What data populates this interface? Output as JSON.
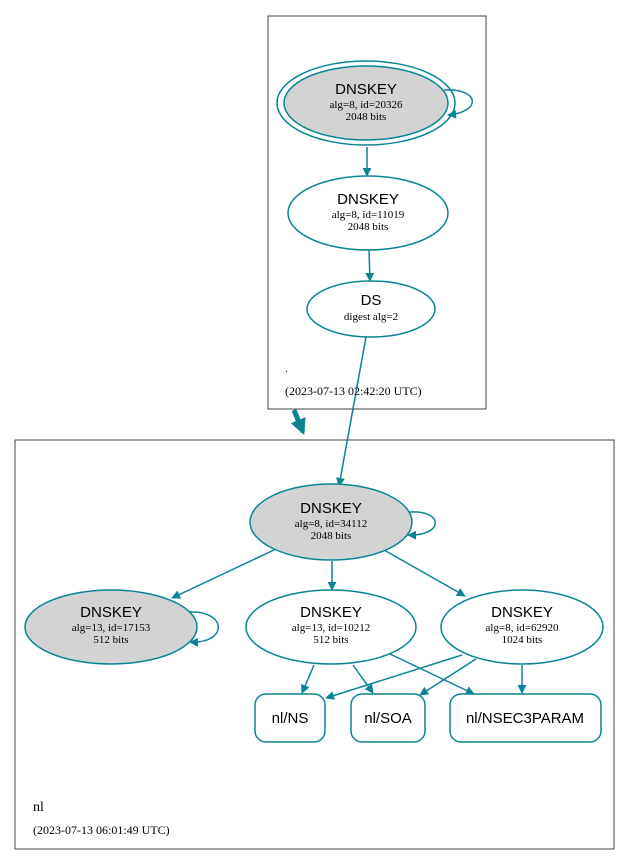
{
  "colors": {
    "edge": "#0a8494",
    "ksk_fill": "#d3d3d3",
    "node_fill": "#ffffff",
    "zone_border": "#444444"
  },
  "zones": {
    "root": {
      "name": ".",
      "timestamp": "(2023-07-13 02:42:20 UTC)"
    },
    "nl": {
      "name": "nl",
      "timestamp": "(2023-07-13 06:01:49 UTC)"
    }
  },
  "nodes": {
    "root_ksk": {
      "title": "DNSKEY",
      "line1": "alg=8, id=20326",
      "line2": "2048 bits",
      "kind": "ksk"
    },
    "root_zsk": {
      "title": "DNSKEY",
      "line1": "alg=8, id=11019",
      "line2": "2048 bits",
      "kind": "key"
    },
    "root_ds": {
      "title": "DS",
      "line1": "digest alg=2",
      "kind": "ds"
    },
    "nl_ksk": {
      "title": "DNSKEY",
      "line1": "alg=8, id=34112",
      "line2": "2048 bits",
      "kind": "ksk"
    },
    "nl_key_17153": {
      "title": "DNSKEY",
      "line1": "alg=13, id=17153",
      "line2": "512 bits",
      "kind": "ksk"
    },
    "nl_key_10212": {
      "title": "DNSKEY",
      "line1": "alg=13, id=10212",
      "line2": "512 bits",
      "kind": "key"
    },
    "nl_key_62920": {
      "title": "DNSKEY",
      "line1": "alg=8, id=62920",
      "line2": "1024 bits",
      "kind": "key"
    },
    "nl_ns": {
      "title": "nl/NS",
      "kind": "rrset"
    },
    "nl_soa": {
      "title": "nl/SOA",
      "kind": "rrset"
    },
    "nl_nsec3param": {
      "title": "nl/NSEC3PARAM",
      "kind": "rrset"
    }
  },
  "edges": [
    {
      "from": "root_ksk",
      "to": "root_ksk"
    },
    {
      "from": "root_ksk",
      "to": "root_zsk"
    },
    {
      "from": "root_zsk",
      "to": "root_ds"
    },
    {
      "from": "root_ds",
      "to": "nl_ksk"
    },
    {
      "from": "nl_ksk",
      "to": "nl_ksk"
    },
    {
      "from": "nl_ksk",
      "to": "nl_key_17153"
    },
    {
      "from": "nl_ksk",
      "to": "nl_key_10212"
    },
    {
      "from": "nl_ksk",
      "to": "nl_key_62920"
    },
    {
      "from": "nl_key_17153",
      "to": "nl_key_17153"
    },
    {
      "from": "nl_key_10212",
      "to": "nl_ns"
    },
    {
      "from": "nl_key_10212",
      "to": "nl_soa"
    },
    {
      "from": "nl_key_10212",
      "to": "nl_nsec3param"
    },
    {
      "from": "nl_key_62920",
      "to": "nl_ns"
    },
    {
      "from": "nl_key_62920",
      "to": "nl_soa"
    },
    {
      "from": "nl_key_62920",
      "to": "nl_nsec3param"
    },
    {
      "from": "root",
      "to": "nl",
      "kind": "delegation"
    }
  ]
}
